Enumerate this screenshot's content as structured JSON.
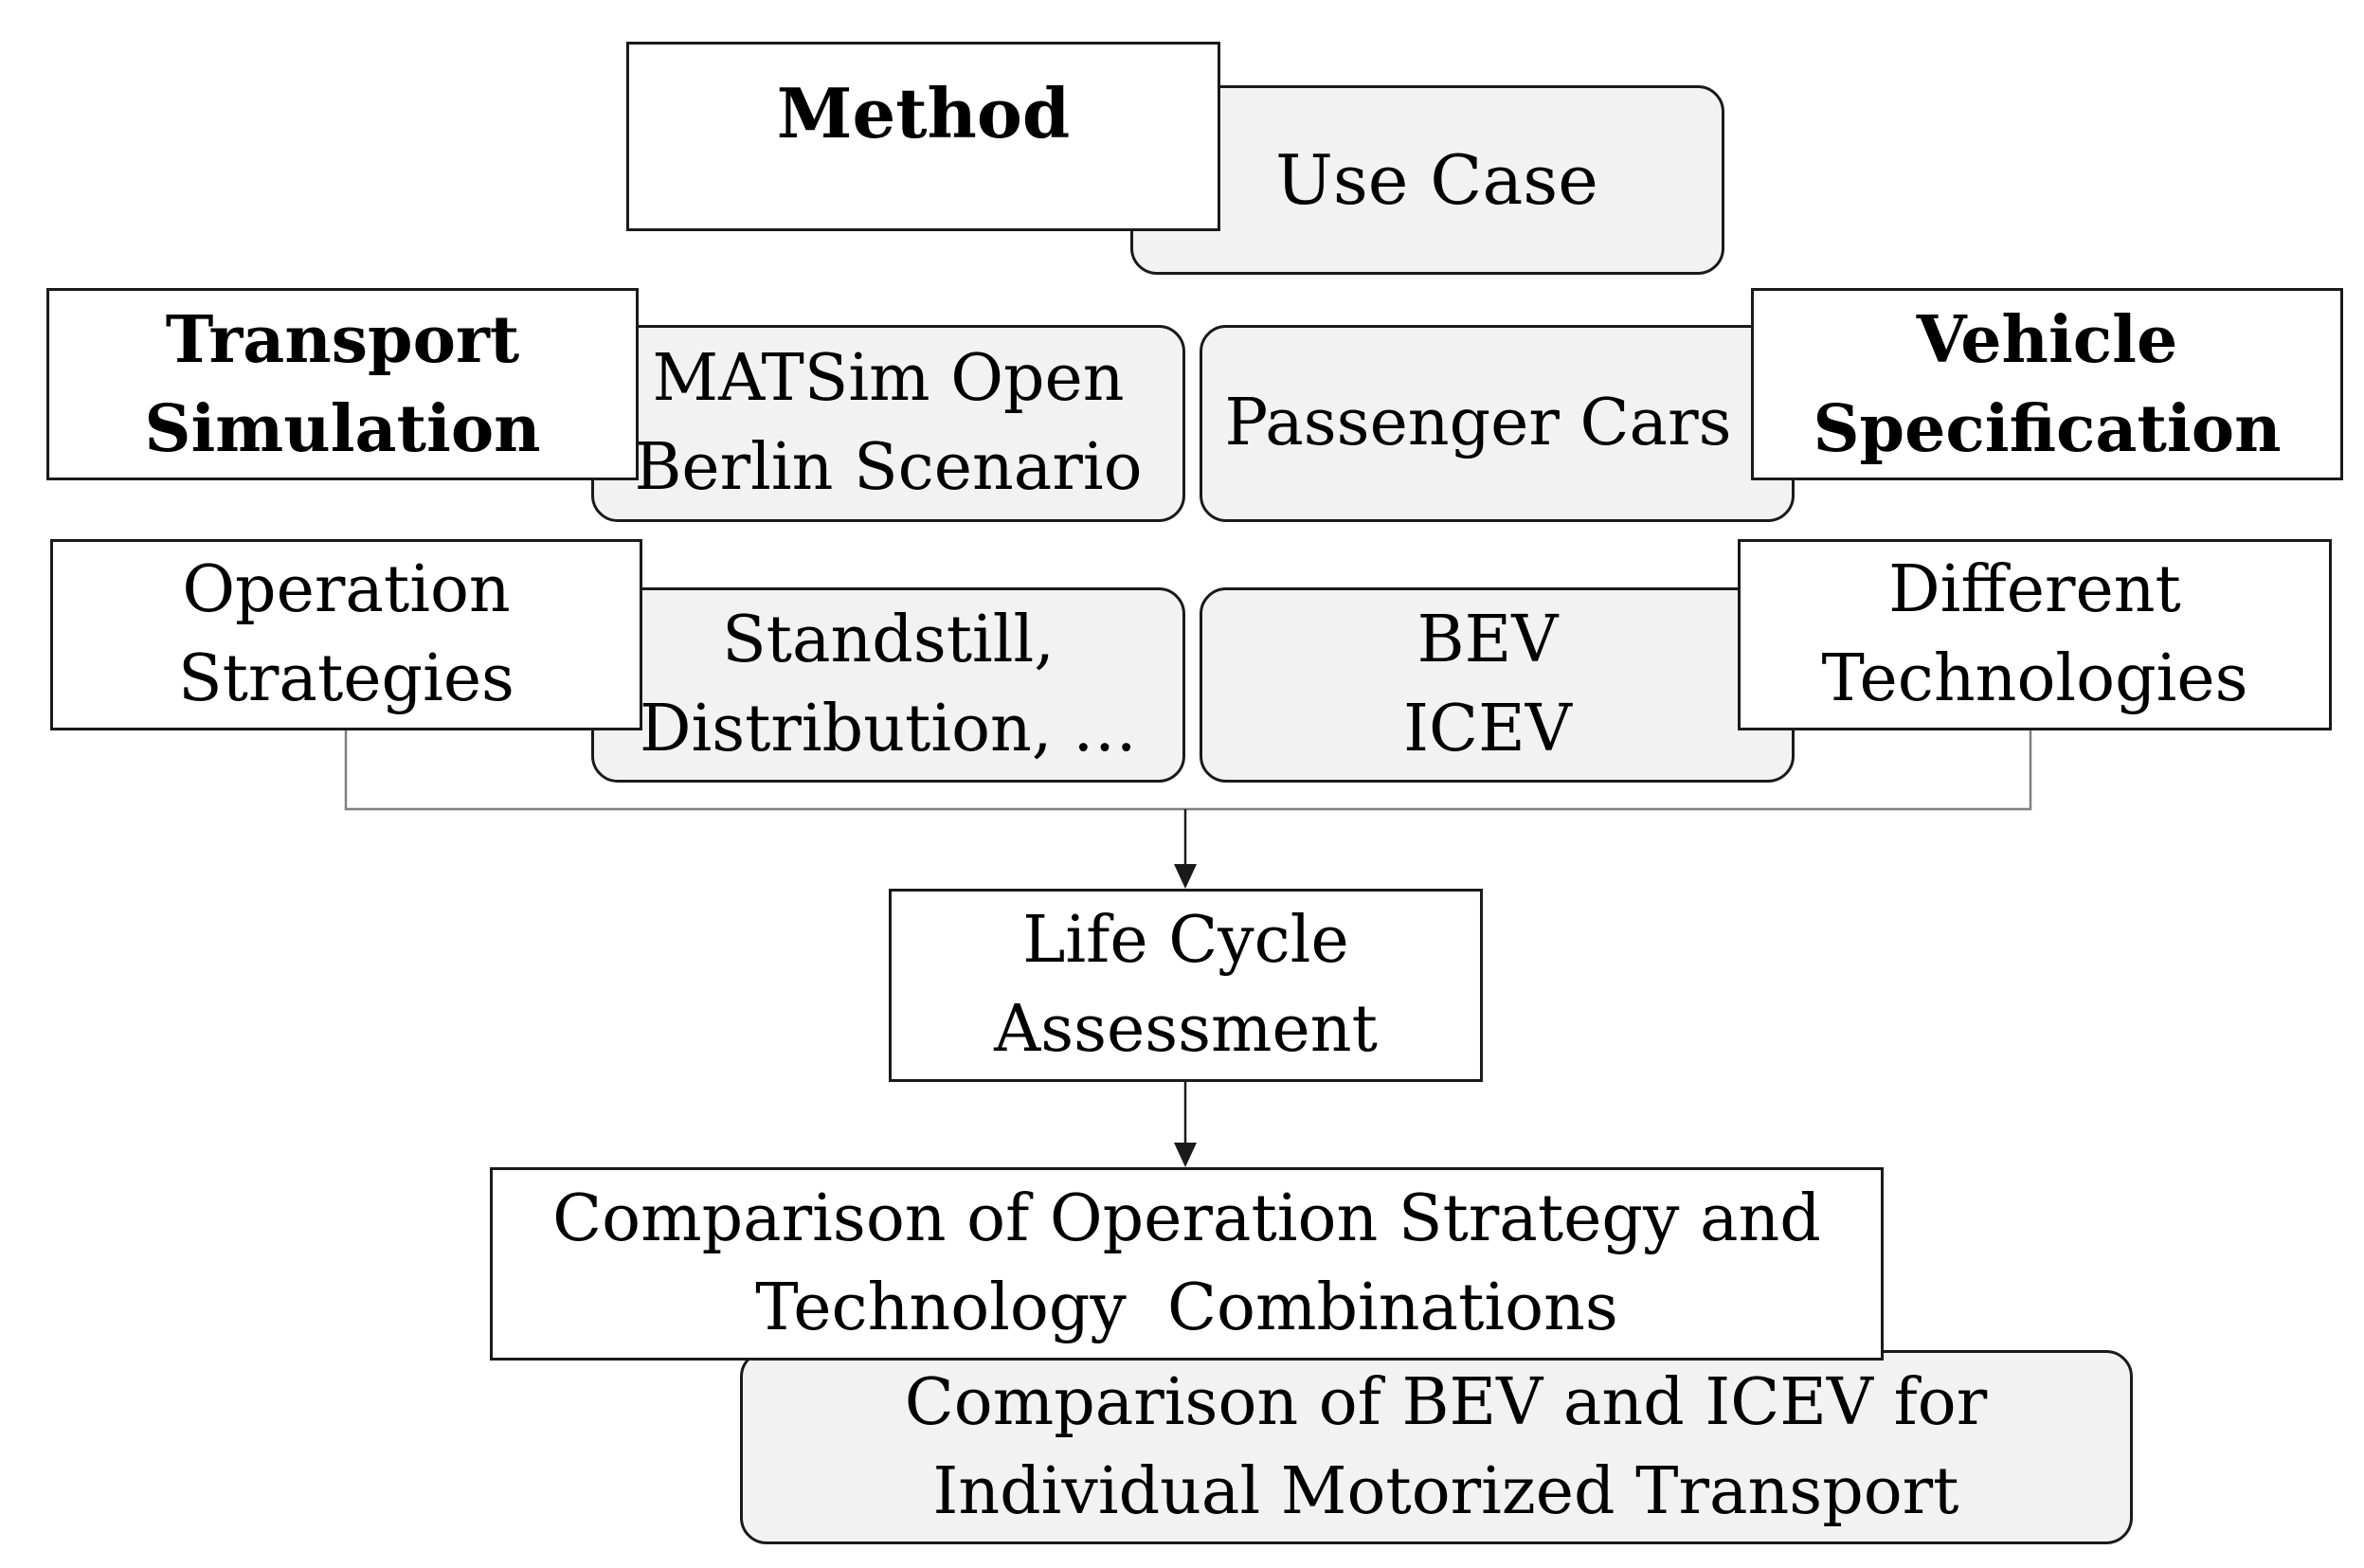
{
  "method": {
    "title": "Method",
    "use_case": "Use Case"
  },
  "transport_simulation": {
    "title_line1": "Transport",
    "title_line2": "Simulation",
    "use_case_line1": "MATSim Open",
    "use_case_line2": "Berlin Scenario"
  },
  "vehicle_specification": {
    "title_line1": "Vehicle",
    "title_line2": "Specification",
    "use_case": "Passenger Cars"
  },
  "operation_strategies": {
    "title_line1": "Operation",
    "title_line2": "Strategies",
    "use_case_line1": "Standstill,",
    "use_case_line2": "Distribution, …"
  },
  "different_technologies": {
    "title_line1": "Different",
    "title_line2": "Technologies",
    "use_case_line1": "BEV",
    "use_case_line2": "ICEV"
  },
  "life_cycle_assessment": {
    "line1": "Life Cycle",
    "line2": "Assessment"
  },
  "comparison_method": {
    "line1": "Comparison of Operation Strategy and",
    "line2": "Technology  Combinations"
  },
  "comparison_use_case": {
    "line1": "Comparison of BEV and ICEV for",
    "line2": "Individual Motorized Transport"
  },
  "colors": {
    "method_box_fill": "#ffffff",
    "use_case_box_fill": "#f2f2f2",
    "border": "#1a1a1a",
    "connector": "#7f7f7f",
    "arrow": "#1a1a1a"
  }
}
